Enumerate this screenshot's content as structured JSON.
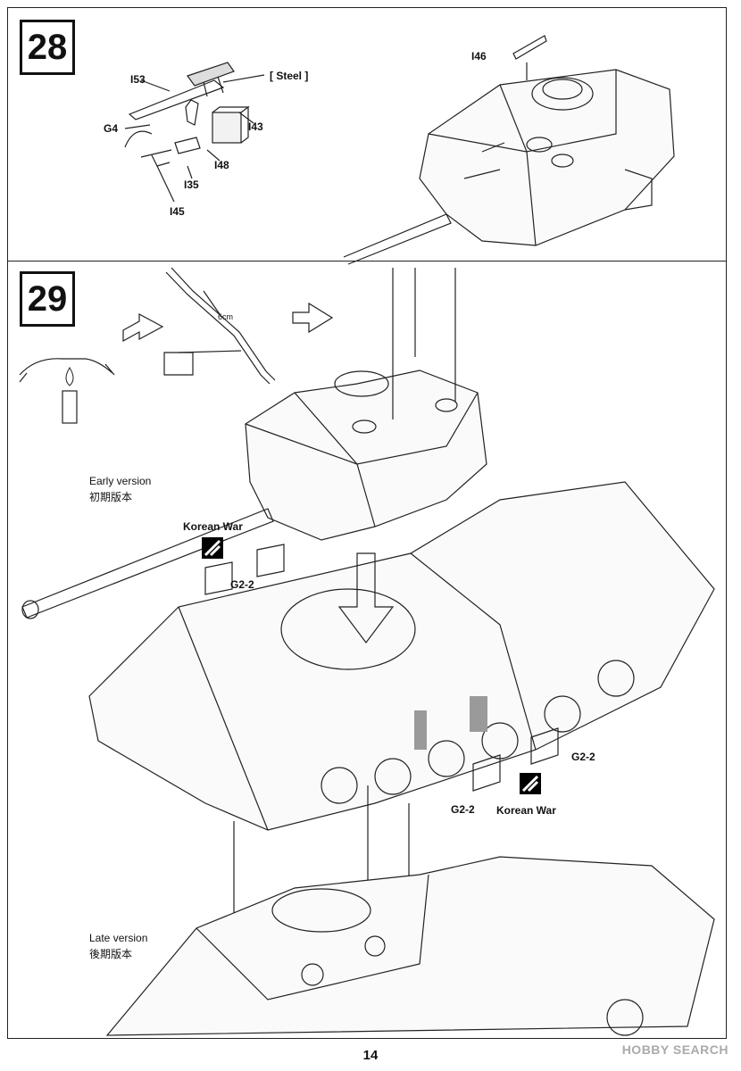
{
  "page_number": "14",
  "watermark": "HOBBY SEARCH",
  "steps": [
    {
      "number": "28"
    },
    {
      "number": "29"
    }
  ],
  "step28": {
    "parts": [
      "I53",
      "G4",
      "I43",
      "I48",
      "I35",
      "I45",
      "I46"
    ],
    "material_note": "[ Steel ]"
  },
  "step29": {
    "stretch_note": "6cm",
    "early_version": {
      "en": "Early version",
      "zh": "初期版本"
    },
    "late_version": {
      "en": "Late version",
      "zh": "後期版本"
    },
    "variant_label": "Korean War",
    "decal_part": "G2-2"
  },
  "colors": {
    "line": "#222222",
    "shade": "#9a9a9a",
    "background": "#ffffff"
  },
  "icons": [
    "flame-icon",
    "arrow-right-icon",
    "cutter-icon",
    "flag-icon"
  ]
}
